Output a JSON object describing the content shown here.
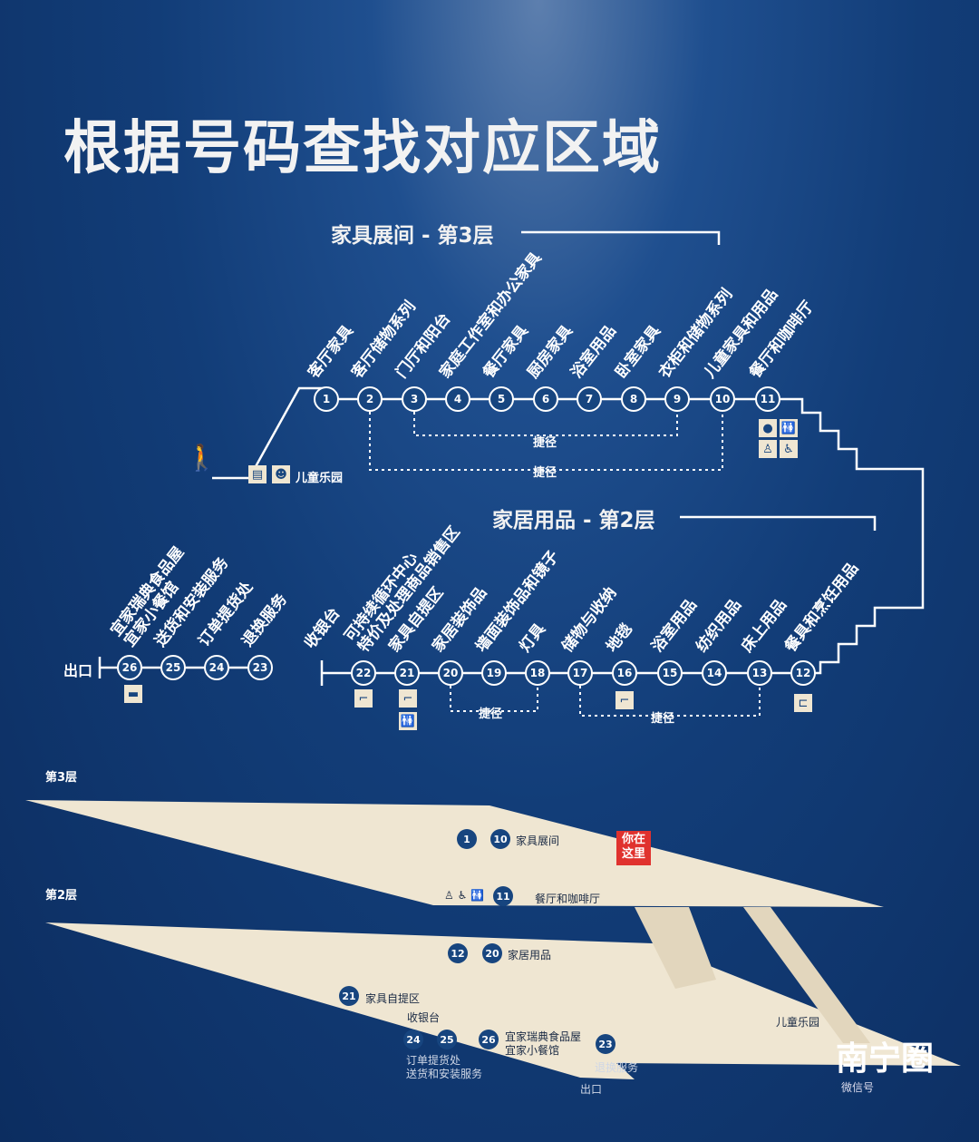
{
  "title": "根据号码查找对应区域",
  "floor3": {
    "title": "家具展间 - 第3层",
    "kids_label": "儿童乐园",
    "shortcut": "捷径",
    "stations": [
      {
        "n": "1",
        "label": "客厅家具"
      },
      {
        "n": "2",
        "label": "客厅储物系列"
      },
      {
        "n": "3",
        "label": "门厅和阳台"
      },
      {
        "n": "4",
        "label": "家庭工作室和办公家具"
      },
      {
        "n": "5",
        "label": "餐厅家具"
      },
      {
        "n": "6",
        "label": "厨房家具"
      },
      {
        "n": "7",
        "label": "浴室用品"
      },
      {
        "n": "8",
        "label": "卧室家具"
      },
      {
        "n": "9",
        "label": "衣柜和储物系列"
      },
      {
        "n": "10",
        "label": "儿童家具和用品"
      },
      {
        "n": "11",
        "label": "餐厅和咖啡厅"
      }
    ]
  },
  "floor2": {
    "title": "家居用品 - 第2层",
    "exit": "出口",
    "cashier": "收银台",
    "shortcut": "捷径",
    "stations": [
      {
        "n": "12",
        "label": "餐具和烹饪用品"
      },
      {
        "n": "13",
        "label": "床上用品"
      },
      {
        "n": "14",
        "label": "纺织用品"
      },
      {
        "n": "15",
        "label": "浴室用品"
      },
      {
        "n": "16",
        "label": "地毯"
      },
      {
        "n": "17",
        "label": "储物与收纳"
      },
      {
        "n": "18",
        "label": "灯具"
      },
      {
        "n": "19",
        "label": "墙面装饰品和镜子"
      },
      {
        "n": "20",
        "label": "家居装饰品"
      },
      {
        "n": "21",
        "label": "家具自提区"
      },
      {
        "n": "22",
        "label": "可持续循环中心\n特价及处理商品销售区"
      },
      {
        "n": "23",
        "label": "退换服务"
      },
      {
        "n": "24",
        "label": "订单提货处"
      },
      {
        "n": "25",
        "label": "送货和安装服务"
      },
      {
        "n": "26",
        "label": "宜家瑞典食品屋\n宜家小餐馆"
      }
    ]
  },
  "map": {
    "level3": "第3层",
    "level2": "第2层",
    "you_are_here": "你在这里",
    "furniture": "家具展间",
    "restaurant": "餐厅和咖啡厅",
    "home": "家居用品",
    "pickup": "家具自提区",
    "cashier": "收银台",
    "food": "宜家瑞典食品屋\n宜家小餐馆",
    "kids": "儿童乐园",
    "orders": "订单提货处\n送货和安装服务",
    "returns": "退换服务",
    "exit": "出口"
  },
  "watermark": {
    "logo": "南宁圈",
    "sub": "微信号"
  },
  "colors": {
    "bg": "#123d78",
    "floor": "#efe6d2",
    "here": "#e0322e"
  }
}
